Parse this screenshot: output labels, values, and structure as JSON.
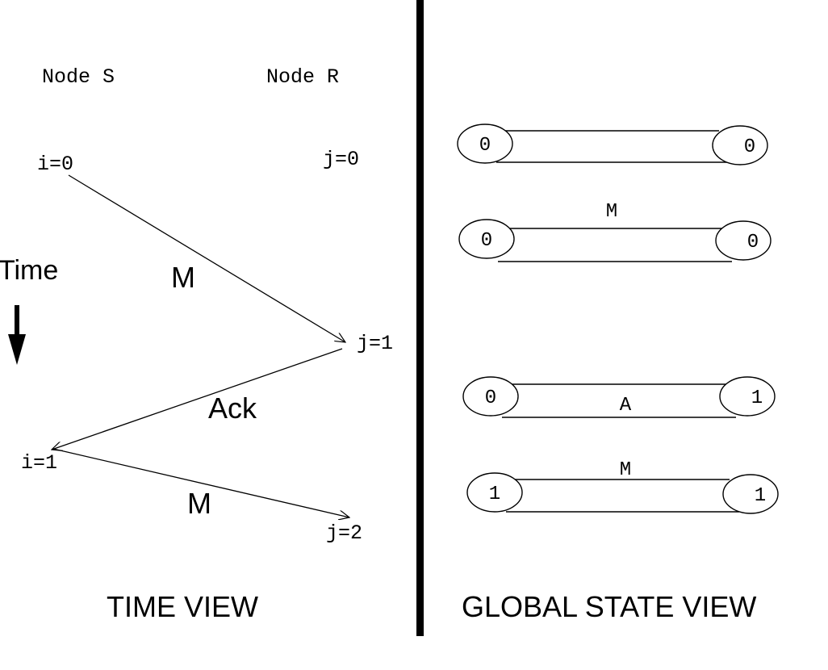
{
  "time_view": {
    "node_s": "Node S",
    "node_r": "Node R",
    "time_label": "Time",
    "i0": "i=0",
    "j0": "j=0",
    "msg1": "M",
    "j1": "j=1",
    "ack": "Ack",
    "i1": "i=1",
    "msg2": "M",
    "j2": "j=2",
    "caption": "TIME VIEW"
  },
  "global_state_view": {
    "caption": "GLOBAL STATE VIEW",
    "states": [
      {
        "left": "0",
        "right": "0",
        "channel": ""
      },
      {
        "left": "0",
        "right": "0",
        "channel": "M"
      },
      {
        "left": "0",
        "right": "1",
        "channel": "A"
      },
      {
        "left": "1",
        "right": "1",
        "channel": "M"
      }
    ]
  }
}
